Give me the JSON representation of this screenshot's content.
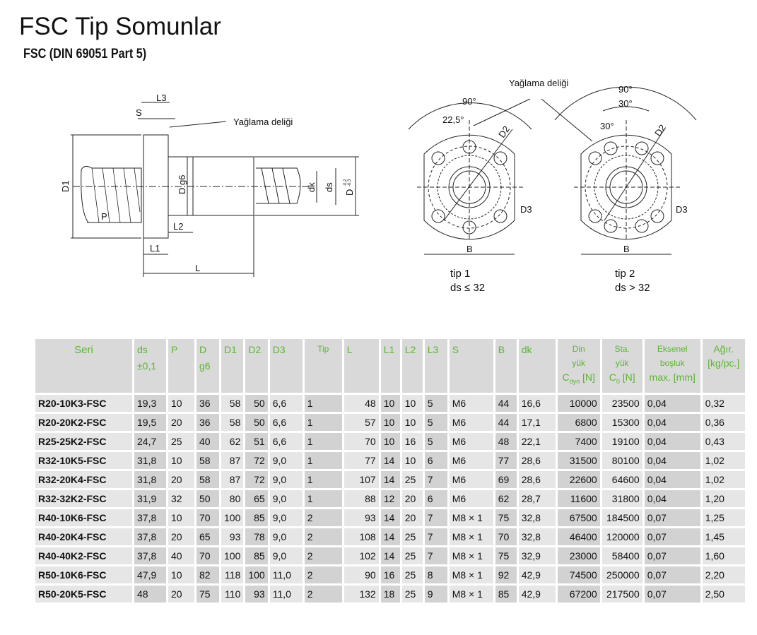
{
  "title": "FSC Tip Somunlar",
  "subtitle": "FSC  (DIN 69051 Part 5)",
  "diagram": {
    "side": {
      "lube": "Yağlama deliği",
      "L3": "L3",
      "S": "S",
      "D1": "D1",
      "Dg6": "D g6",
      "dk": "dk",
      "ds": "ds",
      "D": "D",
      "Dtol_top": "-0,2",
      "Dtol_bot": "-0,3",
      "P": "P",
      "L2": "L2",
      "L1": "L1",
      "L": "L"
    },
    "front": {
      "lube": "Yağlama deliği",
      "tip1": {
        "angle_outer": "90°",
        "angle_inner": "22,5°",
        "D2": "D2",
        "D3": "D3",
        "B": "B",
        "caption1": "tip 1",
        "caption2": "ds ≤ 32"
      },
      "tip2": {
        "angle_outer": "90°",
        "angle_mid": "30°",
        "angle_inner": "30°",
        "D2": "D2",
        "D3": "D3",
        "B": "B",
        "caption1": "tip 2",
        "caption2": "ds > 32"
      }
    }
  },
  "table": {
    "headers": {
      "seri": "Seri",
      "ds1": "ds",
      "ds2": "±0,1",
      "P": "P",
      "D1h": "D",
      "D2h": "g6",
      "D1": "D1",
      "D2": "D2",
      "D3": "D3",
      "Tip": "Tip",
      "L": "L",
      "L1": "L1",
      "L2": "L2",
      "L3": "L3",
      "S": "S",
      "B": "B",
      "dk": "dk",
      "din1": "Din",
      "din2": "yük",
      "din3": "C",
      "din3sub": "dyn",
      "din3b": " [N]",
      "sta1": "Sta.",
      "sta2": "yük",
      "sta3": "C",
      "sta3sub": "0",
      "sta3b": " [N]",
      "eks1": "Eksenel",
      "eks2": "boşluk",
      "eks3": "max. [mm]",
      "agr1": "Ağır.",
      "agr2": "[kg/pc.]"
    },
    "rows": [
      [
        "R20-10K3-FSC",
        "19,3",
        "10",
        "36",
        "58",
        "50",
        "6,6",
        "1",
        "48",
        "10",
        "10",
        "5",
        "M6",
        "44",
        "16,6",
        "10000",
        "23500",
        "0,04",
        "0,32"
      ],
      [
        "R20-20K2-FSC",
        "19,5",
        "20",
        "36",
        "58",
        "50",
        "6,6",
        "1",
        "57",
        "10",
        "10",
        "5",
        "M6",
        "44",
        "17,1",
        "6800",
        "15300",
        "0,04",
        "0,36"
      ],
      [
        "R25-25K2-FSC",
        "24,7",
        "25",
        "40",
        "62",
        "51",
        "6,6",
        "1",
        "70",
        "10",
        "16",
        "5",
        "M6",
        "48",
        "22,1",
        "7400",
        "19100",
        "0,04",
        "0,43"
      ],
      [
        "R32-10K5-FSC",
        "31,8",
        "10",
        "58",
        "87",
        "72",
        "9,0",
        "1",
        "77",
        "14",
        "10",
        "6",
        "M6",
        "77",
        "28,6",
        "31500",
        "80100",
        "0,04",
        "1,02"
      ],
      [
        "R32-20K4-FSC",
        "31,8",
        "20",
        "58",
        "87",
        "72",
        "9,0",
        "1",
        "107",
        "14",
        "25",
        "7",
        "M6",
        "69",
        "28,6",
        "22600",
        "64600",
        "0,04",
        "1,02"
      ],
      [
        "R32-32K2-FSC",
        "31,9",
        "32",
        "50",
        "80",
        "65",
        "9,0",
        "1",
        "88",
        "12",
        "20",
        "6",
        "M6",
        "62",
        "28,7",
        "11600",
        "31800",
        "0,04",
        "1,20"
      ],
      [
        "R40-10K6-FSC",
        "37,8",
        "10",
        "70",
        "100",
        "85",
        "9,0",
        "2",
        "93",
        "14",
        "20",
        "7",
        "M8 × 1",
        "75",
        "32,8",
        "67500",
        "184500",
        "0,07",
        "1,25"
      ],
      [
        "R40-20K4-FSC",
        "37,8",
        "20",
        "65",
        "93",
        "78",
        "9,0",
        "2",
        "108",
        "14",
        "25",
        "7",
        "M8 × 1",
        "70",
        "32,8",
        "46400",
        "120000",
        "0,07",
        "1,45"
      ],
      [
        "R40-40K2-FSC",
        "37,8",
        "40",
        "70",
        "100",
        "85",
        "9,0",
        "2",
        "102",
        "14",
        "25",
        "7",
        "M8 × 1",
        "75",
        "32,9",
        "23000",
        "58400",
        "0,07",
        "1,60"
      ],
      [
        "R50-10K6-FSC",
        "47,9",
        "10",
        "82",
        "118",
        "100",
        "11,0",
        "2",
        "90",
        "16",
        "25",
        "8",
        "M8 × 1",
        "92",
        "42,9",
        "74500",
        "250000",
        "0,07",
        "2,20"
      ],
      [
        "R50-20K5-FSC",
        "48",
        "20",
        "75",
        "110",
        "93",
        "11,0",
        "2",
        "132",
        "18",
        "25",
        "9",
        "M8 × 1",
        "85",
        "42,9",
        "67200",
        "217500",
        "0,07",
        "2,50"
      ]
    ]
  }
}
